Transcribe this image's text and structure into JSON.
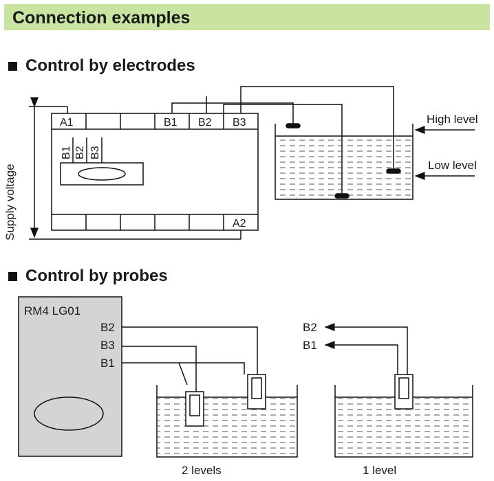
{
  "banner": {
    "title": "Connection examples"
  },
  "electrodes": {
    "title": "Control by electrodes",
    "top_terminals": [
      "A1",
      "",
      "",
      "B1",
      "B2",
      "B3"
    ],
    "bottom_terminals": [
      "",
      "",
      "",
      "",
      "",
      "A2"
    ],
    "internal_terminals": [
      "B1",
      "B2",
      "B3"
    ],
    "supply_label": "Supply voltage",
    "high_label": "High level",
    "low_label": "Low level"
  },
  "probes": {
    "title": "Control by probes",
    "device_label": "RM4 LG01",
    "device_terminals": [
      "B2",
      "B3",
      "B1"
    ],
    "right_terminals": [
      "B2",
      "B1"
    ],
    "caption_left": "2 levels",
    "caption_right": "1 level"
  }
}
